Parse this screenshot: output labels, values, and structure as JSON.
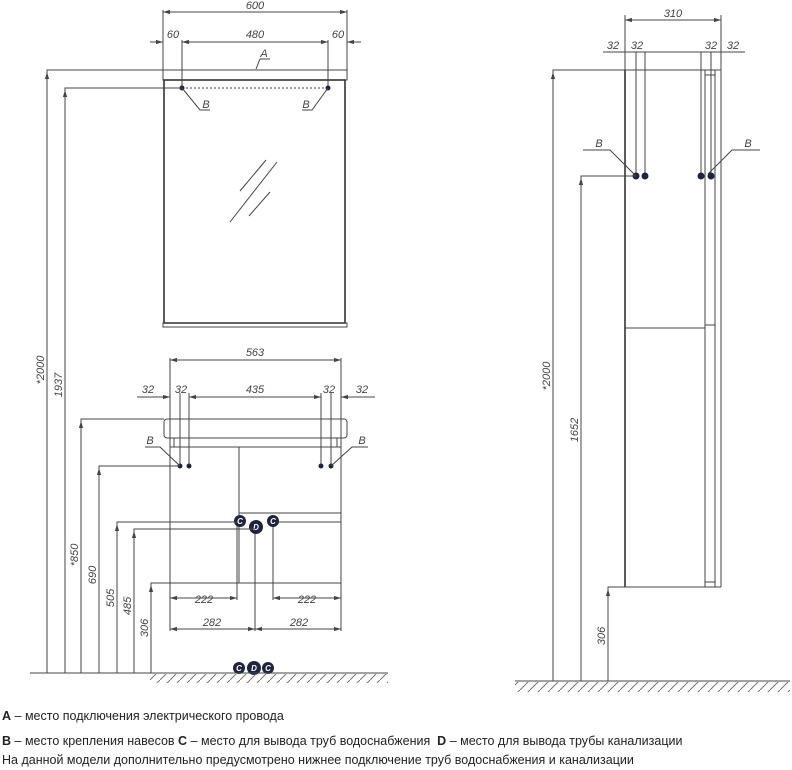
{
  "front_view": {
    "mirror": {
      "width": "600",
      "left_margin": "60",
      "center": "480",
      "right_margin": "60",
      "label_a": "A",
      "label_b_left": "B",
      "label_b_right": "B"
    },
    "vanity": {
      "width": "563",
      "dims": [
        "32",
        "32",
        "435",
        "32",
        "32"
      ],
      "label_b_left": "B",
      "label_b_right": "B",
      "c_label": "C",
      "d_label": "D",
      "left_222": "222",
      "right_222": "222",
      "left_282": "282",
      "right_282": "282"
    },
    "heights": {
      "total": "*2000",
      "mirror_hooks": "1937",
      "sink_top": "*850",
      "vanity_hooks": "690",
      "water": "505",
      "drain": "485",
      "bottom": "306"
    }
  },
  "side_view": {
    "depth": "310",
    "dims": [
      "32",
      "32",
      "32",
      "32"
    ],
    "label_b_left": "B",
    "label_b_right": "B",
    "heights": {
      "total": "*2000",
      "hooks": "1652",
      "bottom": "306"
    }
  },
  "legend": {
    "a_key": "A",
    "a_text": "– место подключения электрического провода",
    "b_key": "B",
    "b_text": "– место крепления навесов",
    "c_key": "C",
    "c_text": "– место для вывода труб водоснабжения",
    "d_key": "D",
    "d_text": "– место для вывода трубы канализации",
    "note": "На данной модели дополнительно предусмотрено нижнее подключение труб водоснабжения и канализации"
  },
  "colors": {
    "line": "#444444",
    "marker": "#1e2440"
  }
}
